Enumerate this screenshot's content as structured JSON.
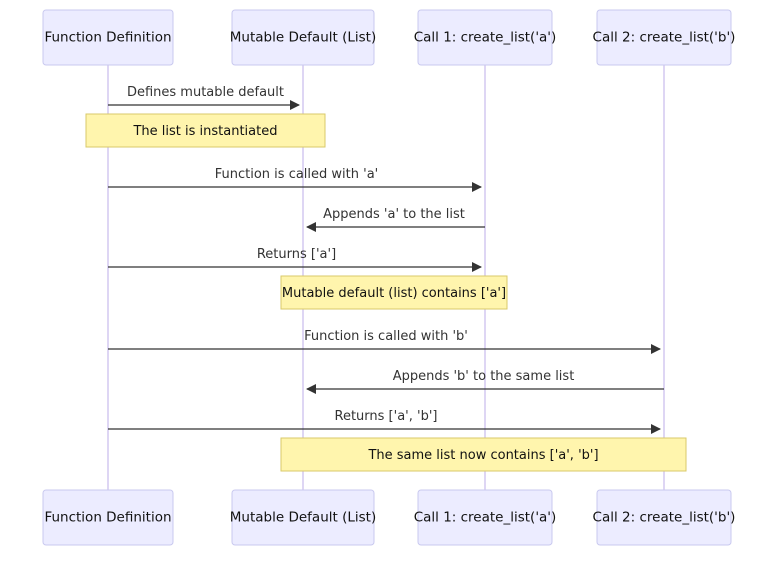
{
  "actors": [
    {
      "id": "fd",
      "label": "Function Definition"
    },
    {
      "id": "md",
      "label": "Mutable Default (List)"
    },
    {
      "id": "c1",
      "label": "Call 1: create_list('a')"
    },
    {
      "id": "c2",
      "label": "Call 2: create_list('b')"
    }
  ],
  "steps": [
    {
      "kind": "message",
      "from": "fd",
      "to": "md",
      "label": "Defines mutable default"
    },
    {
      "kind": "note",
      "over": [
        "fd",
        "md"
      ],
      "text": "The list is instantiated"
    },
    {
      "kind": "message",
      "from": "fd",
      "to": "c1",
      "label": "Function is called with 'a'"
    },
    {
      "kind": "message",
      "from": "c1",
      "to": "md",
      "label": "Appends 'a' to the list"
    },
    {
      "kind": "message",
      "from": "fd",
      "to": "c1",
      "label": "Returns ['a']"
    },
    {
      "kind": "note",
      "over": [
        "md",
        "c1"
      ],
      "text": "Mutable default (list) contains ['a']"
    },
    {
      "kind": "message",
      "from": "fd",
      "to": "c2",
      "label": "Function is called with 'b'"
    },
    {
      "kind": "message",
      "from": "c2",
      "to": "md",
      "label": "Appends 'b' to the same list"
    },
    {
      "kind": "message",
      "from": "fd",
      "to": "c2",
      "label": "Returns ['a', 'b']"
    },
    {
      "kind": "note",
      "over": [
        "md",
        "c2"
      ],
      "text": "The same list now contains ['a', 'b']"
    }
  ]
}
